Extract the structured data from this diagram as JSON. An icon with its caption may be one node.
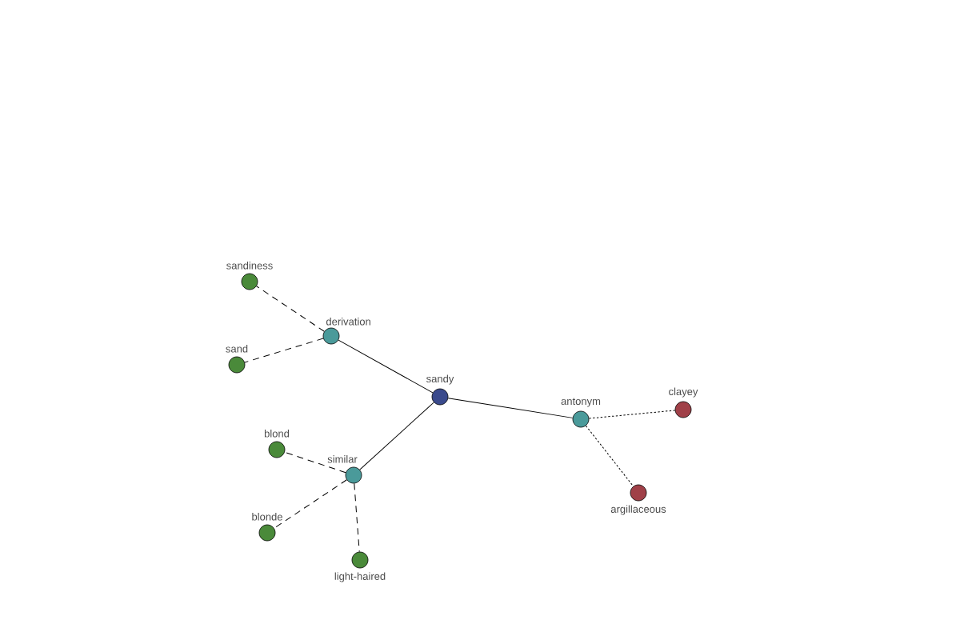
{
  "diagram": {
    "nodes": [
      {
        "text": [
          "sandy"
        ]
      },
      {
        "text": [
          "derivation"
        ]
      },
      {
        "text": [
          "sandiness"
        ]
      },
      {
        "text": [
          "sand"
        ]
      },
      {
        "text": [
          "similar"
        ]
      },
      {
        "text": [
          "blond"
        ]
      },
      {
        "text": [
          "blonde"
        ]
      },
      {
        "text": [
          "light-haired"
        ]
      },
      {
        "text": [
          "antonym"
        ]
      },
      {
        "text": [
          "clayey"
        ]
      },
      {
        "text": [
          "argillaceous"
        ]
      }
    ],
    "edges": [
      {
        "from": 0,
        "to": 1,
        "arrow": "none"
      },
      {
        "from": 0,
        "to": 4,
        "arrow": "none"
      },
      {
        "from": 0,
        "to": 8,
        "arrow": "none"
      },
      {
        "from": 1,
        "to": 2,
        "arrow": "none",
        "style": "dashed"
      },
      {
        "from": 1,
        "to": 3,
        "arrow": "none",
        "style": "dashed"
      },
      {
        "from": 4,
        "to": 5,
        "arrow": "none",
        "style": "dashed"
      },
      {
        "from": 4,
        "to": 6,
        "arrow": "none",
        "style": "dashed"
      },
      {
        "from": 4,
        "to": 7,
        "arrow": "none",
        "style": "dashed"
      },
      {
        "from": 8,
        "to": 9,
        "arrow": "none",
        "style": "dashed"
      },
      {
        "from": 8,
        "to": 10,
        "arrow": "none",
        "style": "dashed"
      }
    ]
  }
}
